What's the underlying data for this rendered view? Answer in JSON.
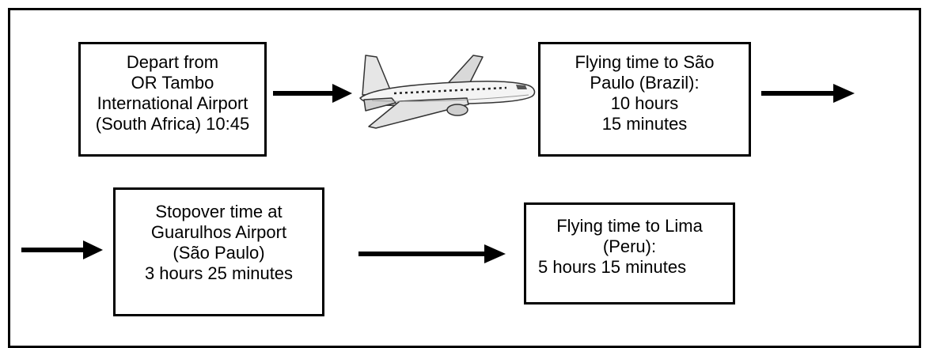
{
  "steps": [
    {
      "lines": [
        "Depart from",
        "OR Tambo",
        "International Airport",
        "(South Africa) 10:45"
      ]
    },
    {
      "lines": [
        "Flying time to São",
        "Paulo (Brazil):",
        "10 hours",
        "15 minutes"
      ]
    },
    {
      "lines": [
        "Stopover time at",
        "Guarulhos Airport",
        "(São Paulo)",
        "3 hours 25 minutes"
      ]
    },
    {
      "lines": [
        "Flying time to Lima",
        "(Peru):",
        "5 hours 15 minutes"
      ]
    }
  ],
  "icons": {
    "airplane": "airplane-icon"
  }
}
